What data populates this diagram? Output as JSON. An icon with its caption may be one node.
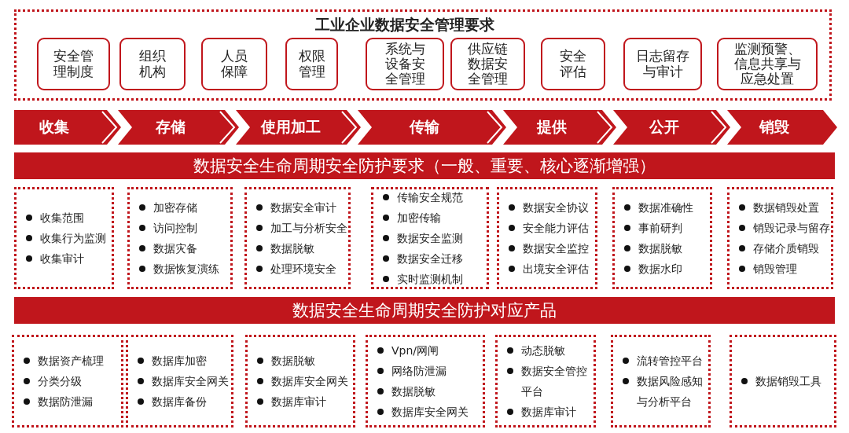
{
  "diagram": {
    "nodes": [
      {
        "text": [
          "工业企业数据安全管理要求"
        ]
      },
      {
        "text": [
          "安全管理制度"
        ],
        "in": 0
      },
      {
        "text": [
          "组织机构"
        ],
        "in": 0
      },
      {
        "text": [
          "人员保障"
        ],
        "in": 0
      },
      {
        "text": [
          "权限管理"
        ],
        "in": 0
      },
      {
        "text": [
          "系统与设备安全管理"
        ],
        "in": 0
      },
      {
        "text": [
          "供应链数据安全管理"
        ],
        "in": 0
      },
      {
        "text": [
          "安全评估"
        ],
        "in": 0
      },
      {
        "text": [
          "日志留存与审计"
        ],
        "in": 0
      },
      {
        "text": [
          "监测预警、信息共享与应急处置"
        ],
        "in": 0
      },
      {
        "text": [
          "收集"
        ]
      },
      {
        "text": [
          "存储"
        ]
      },
      {
        "text": [
          "使用加工"
        ]
      },
      {
        "text": [
          "传输"
        ]
      },
      {
        "text": [
          "提供"
        ]
      },
      {
        "text": [
          "公开"
        ]
      },
      {
        "text": [
          "销毁"
        ]
      },
      {
        "text": [
          "数据安全生命周期安全防护要求（一般、重要、核心逐渐增强）"
        ]
      },
      {
        "text": [
          "收集范围",
          "收集行为监测",
          "收集审计"
        ]
      },
      {
        "text": [
          "加密存储",
          "访问控制",
          "数据灾备",
          "数据恢复演练"
        ]
      },
      {
        "text": [
          "数据安全审计",
          "加工与分析安全",
          "数据脱敏",
          "处理环境安全"
        ]
      },
      {
        "text": [
          "传输安全规范",
          "加密传输",
          "数据安全监测",
          "数据安全迁移",
          "实时监测机制"
        ]
      },
      {
        "text": [
          "数据安全协议",
          "安全能力评估",
          "数据安全监控",
          "出境安全评估"
        ]
      },
      {
        "text": [
          "数据准确性",
          "事前研判",
          "数据脱敏",
          "数据水印"
        ]
      },
      {
        "text": [
          "数据销毁处置",
          "销毁记录与留存",
          "存储介质销毁",
          "销毁管理"
        ]
      },
      {
        "text": [
          "数据安全生命周期安全防护对应产品"
        ]
      },
      {
        "text": [
          "数据资产梳理",
          "分类分级",
          "数据防泄漏"
        ]
      },
      {
        "text": [
          "数据库加密",
          "数据库安全网关",
          "数据库备份"
        ]
      },
      {
        "text": [
          "数据脱敏",
          "数据库安全网关",
          "数据库审计"
        ]
      },
      {
        "text": [
          "Vpn/网闸",
          "网络防泄漏",
          "数据脱敏",
          "数据库安全网关"
        ]
      },
      {
        "text": [
          "动态脱敏",
          "数据安全管控平台",
          "数据库审计"
        ]
      },
      {
        "text": [
          "流转管控平台",
          "数据风险感知与分析平台"
        ]
      },
      {
        "text": [
          "数据销毁工具"
        ]
      }
    ],
    "edges": [
      {
        "from": 10,
        "to": 11,
        "arrow": "to"
      },
      {
        "from": 11,
        "to": 12,
        "arrow": "to"
      },
      {
        "from": 12,
        "to": 13,
        "arrow": "to"
      },
      {
        "from": 13,
        "to": 14,
        "arrow": "to"
      },
      {
        "from": 14,
        "to": 15,
        "arrow": "to"
      },
      {
        "from": 15,
        "to": 16,
        "arrow": "to"
      }
    ]
  }
}
